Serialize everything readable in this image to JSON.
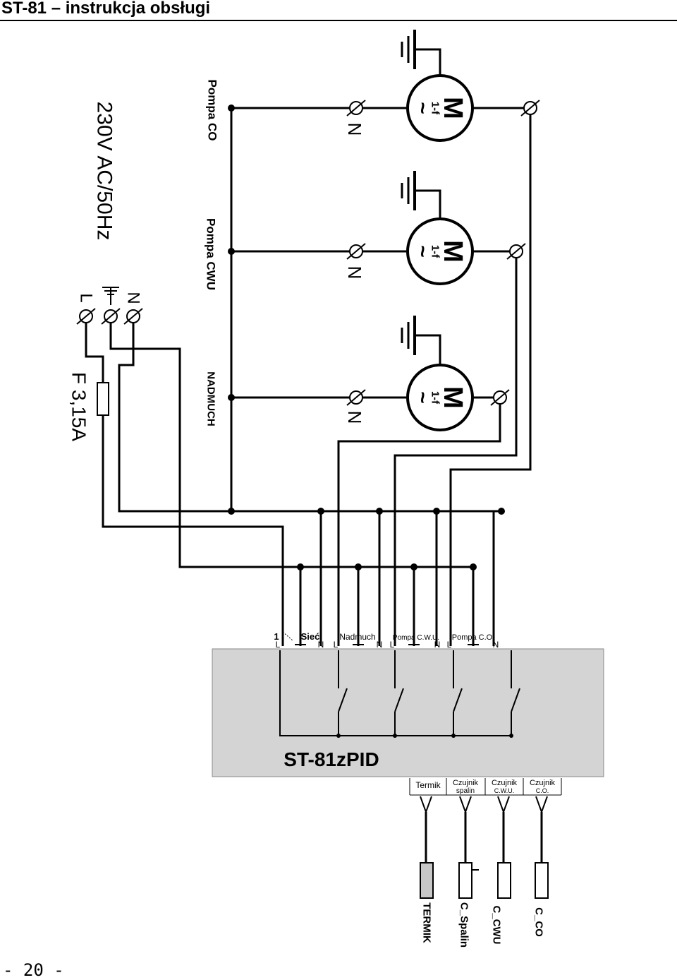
{
  "header": {
    "title": "ST-81 – instrukcja obsługi"
  },
  "diagram": {
    "supply": {
      "voltage_label": "230V AC/50Hz",
      "terminal_L": "L",
      "terminal_N": "N",
      "fuse_label": "F 3,15A"
    },
    "pumps": [
      {
        "name": "Pompa CO"
      },
      {
        "name": "Pompa CWU"
      },
      {
        "name": "NADMUCH"
      }
    ],
    "motor": {
      "letter": "M",
      "phase": "1-f",
      "symbol": "~",
      "neutral_label": "N"
    },
    "controller": {
      "name": "ST-81zPID",
      "terminal_number": "1",
      "groups": [
        {
          "name": "Sieć"
        },
        {
          "name": "Nadmuch"
        },
        {
          "name": "Pompa C.W.U."
        },
        {
          "name": "Pompa C.O."
        }
      ],
      "terminal_L": "L",
      "terminal_N": "N"
    },
    "sensor_inputs": [
      {
        "line1": "Termik",
        "line2": ""
      },
      {
        "line1": "Czujnik",
        "line2": "spalin"
      },
      {
        "line1": "Czujnik",
        "line2": "C.W.U."
      },
      {
        "line1": "Czujnik",
        "line2": "C.O."
      }
    ],
    "sensors": [
      {
        "label": "TERMIK"
      },
      {
        "label": "C_Spalin"
      },
      {
        "label": "C_CWU"
      },
      {
        "label": "C_CO"
      }
    ]
  },
  "page": {
    "number": "- 20 -"
  }
}
